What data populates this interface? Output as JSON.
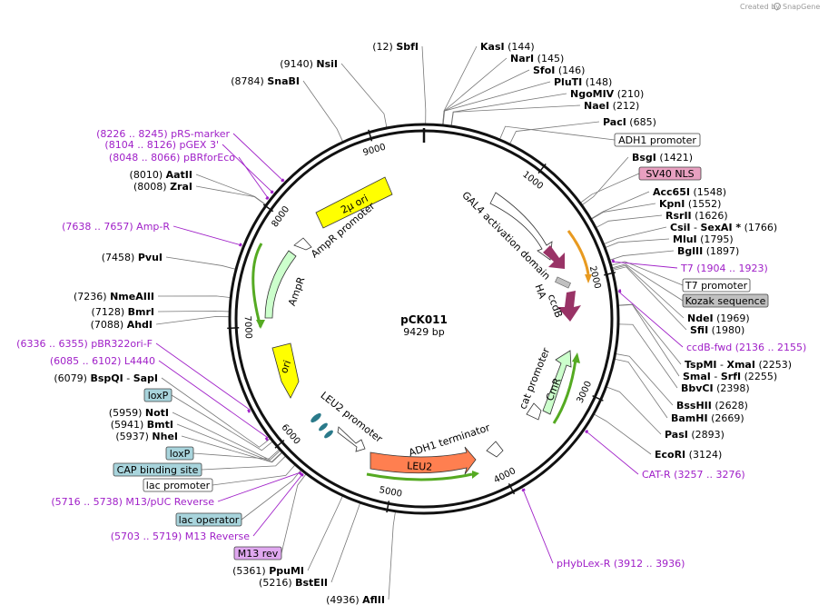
{
  "plasmid": {
    "name": "pCK011",
    "length_label": "9429 bp",
    "total_bp": 9429
  },
  "watermark": {
    "text": "Created by",
    "brand": "SnapGene"
  },
  "ring_ticks": [
    {
      "label": "1000",
      "pos": 1000
    },
    {
      "label": "2000",
      "pos": 2000
    },
    {
      "label": "3000",
      "pos": 3000
    },
    {
      "label": "4000",
      "pos": 4000
    },
    {
      "label": "5000",
      "pos": 5000
    },
    {
      "label": "6000",
      "pos": 6000
    },
    {
      "label": "7000",
      "pos": 7000
    },
    {
      "label": "8000",
      "pos": 8000
    },
    {
      "label": "9000",
      "pos": 9000
    }
  ],
  "enzymes_right": [
    {
      "name": "KasI",
      "pos": "(144)",
      "site": 144
    },
    {
      "name": "NarI",
      "pos": "(145)",
      "site": 145
    },
    {
      "name": "SfoI",
      "pos": "(146)",
      "site": 146
    },
    {
      "name": "PluTI",
      "pos": "(148)",
      "site": 148
    },
    {
      "name": "NgoMIV",
      "pos": "(210)",
      "site": 210
    },
    {
      "name": "NaeI",
      "pos": "(212)",
      "site": 212
    },
    {
      "name": "PacI",
      "pos": "(685)",
      "site": 685
    },
    {
      "name": "BsgI",
      "pos": "(1421)",
      "site": 1421
    },
    {
      "name": "Acc65I",
      "pos": "(1548)",
      "site": 1548
    },
    {
      "name": "KpnI",
      "pos": "(1552)",
      "site": 1552
    },
    {
      "name": "RsrII",
      "pos": "(1626)",
      "site": 1626
    },
    {
      "name": "CsiI",
      "name2": "SexAI *",
      "pos": "(1766)",
      "site": 1766
    },
    {
      "name": "MluI",
      "pos": "(1795)",
      "site": 1795
    },
    {
      "name": "BglII",
      "pos": "(1897)",
      "site": 1897
    },
    {
      "name": "NdeI",
      "pos": "(1969)",
      "site": 1969
    },
    {
      "name": "SfiI",
      "pos": "(1980)",
      "site": 1980
    },
    {
      "name": "TspMI",
      "name2": "XmaI",
      "pos": "(2253)",
      "site": 2253
    },
    {
      "name": "SmaI",
      "name2": "SrfI",
      "pos": "(2255)",
      "site": 2255
    },
    {
      "name": "BbvCI",
      "pos": "(2398)",
      "site": 2398
    },
    {
      "name": "BssHII",
      "pos": "(2628)",
      "site": 2628
    },
    {
      "name": "BamHI",
      "pos": "(2669)",
      "site": 2669
    },
    {
      "name": "PasI",
      "pos": "(2893)",
      "site": 2893
    },
    {
      "name": "EcoRI",
      "pos": "(3124)",
      "site": 3124
    }
  ],
  "enzymes_left": [
    {
      "name": "SbfI",
      "pos": "(12)",
      "site": 12
    },
    {
      "name": "NsiI",
      "pos": "(9140)",
      "site": 9140
    },
    {
      "name": "SnaBI",
      "pos": "(8784)",
      "site": 8784
    },
    {
      "name": "AatII",
      "pos": "(8010)",
      "site": 8010
    },
    {
      "name": "ZraI",
      "pos": "(8008)",
      "site": 8008
    },
    {
      "name": "PvuI",
      "pos": "(7458)",
      "site": 7458
    },
    {
      "name": "NmeAIII",
      "pos": "(7236)",
      "site": 7236
    },
    {
      "name": "BmrI",
      "pos": "(7128)",
      "site": 7128
    },
    {
      "name": "AhdI",
      "pos": "(7088)",
      "site": 7088
    },
    {
      "name": "BspQI",
      "name2": "SapI",
      "pos": "(6079)",
      "site": 6079
    },
    {
      "name": "NotI",
      "pos": "(5959)",
      "site": 5959
    },
    {
      "name": "BmtI",
      "pos": "(5941)",
      "site": 5941
    },
    {
      "name": "NheI",
      "pos": "(5937)",
      "site": 5937
    },
    {
      "name": "PpuMI",
      "pos": "(5361)",
      "site": 5361
    },
    {
      "name": "BstEII",
      "pos": "(5216)",
      "site": 5216
    },
    {
      "name": "AflII",
      "pos": "(4936)",
      "site": 4936
    }
  ],
  "primers": [
    {
      "text": "(8226 .. 8245)  pRS-marker"
    },
    {
      "text": "(8104 .. 8126)  pGEX 3'"
    },
    {
      "text": "(8048 .. 8066)  pBRforEco"
    },
    {
      "text": "(7638 .. 7657)  Amp-R"
    },
    {
      "text": "(6336 .. 6355)  pBR322ori-F"
    },
    {
      "text": "(6085 .. 6102)  L4440"
    },
    {
      "text": "(5716 .. 5738)  M13/pUC Reverse"
    },
    {
      "text": "(5703 .. 5719)  M13 Reverse"
    },
    {
      "text": "T7    (1904 .. 1923)"
    },
    {
      "text": "ccdB-fwd    (2136 .. 2155)"
    },
    {
      "text": "CAT-R    (3257 .. 3276)"
    },
    {
      "text": "pHybLex-R    (3912 .. 3936)"
    }
  ],
  "boxed_features": [
    {
      "text": "ADH1 promoter",
      "style": "white"
    },
    {
      "text": "SV40 NLS",
      "style": "pink"
    },
    {
      "text": "T7 promoter",
      "style": "white"
    },
    {
      "text": "Kozak sequence",
      "style": "gray"
    },
    {
      "text": "loxP",
      "style": "teal"
    },
    {
      "text": "loxP",
      "style": "teal"
    },
    {
      "text": "CAP binding site",
      "style": "teal"
    },
    {
      "text": "lac promoter",
      "style": "white"
    },
    {
      "text": "lac operator",
      "style": "teal"
    },
    {
      "text": "M13 rev",
      "style": "violet"
    }
  ],
  "features": [
    {
      "name": "2μ ori",
      "color": "#ffff00"
    },
    {
      "name": "AmpR promoter",
      "color": "#ffffff"
    },
    {
      "name": "AmpR",
      "color": "#ccffcc"
    },
    {
      "name": "ori",
      "color": "#ffff00"
    },
    {
      "name": "LEU2 promoter",
      "color": "#ffffff"
    },
    {
      "name": "LEU2",
      "color": "#ff7f50"
    },
    {
      "name": "ADH1 terminator",
      "color": "#ffffff"
    },
    {
      "name": "cat promoter",
      "color": "#ffffff"
    },
    {
      "name": "CmR",
      "color": "#ccffcc"
    },
    {
      "name": "GAL4 activation domain",
      "color": "#ffffff"
    },
    {
      "name": "HA",
      "color": "#993366"
    },
    {
      "name": "ccdB",
      "color": "#993366"
    }
  ],
  "colors": {
    "primer": "#a020c8",
    "backbone": "#111111",
    "box_pink": "#e8a0c0",
    "box_gray": "#c0c0c0",
    "box_teal": "#a8d4dc",
    "box_violet": "#e0a8f0"
  }
}
